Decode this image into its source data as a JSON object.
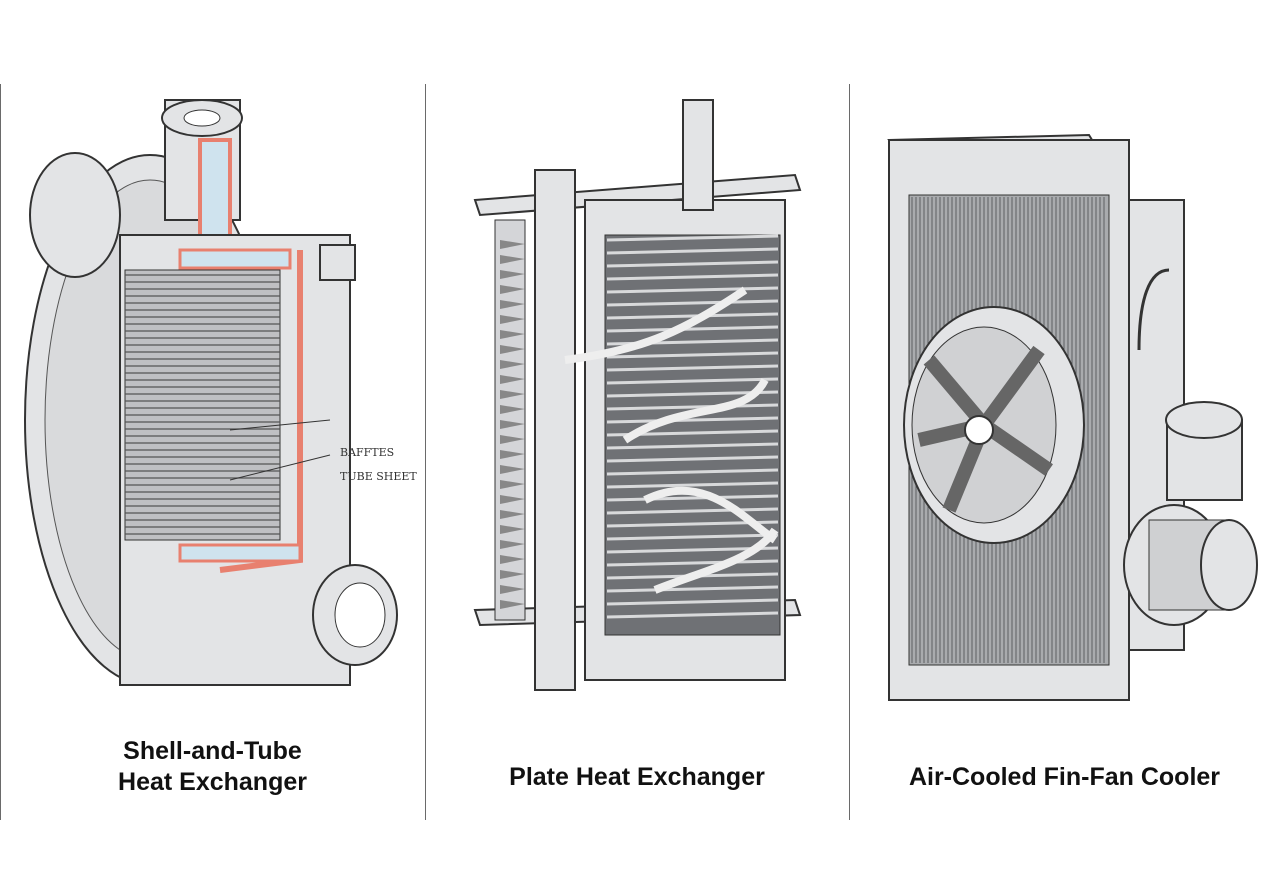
{
  "panels": [
    {
      "caption_line1": "Shell-and-Tube",
      "caption_line2": "Heat Exchanger",
      "labels": [
        "BAFFTES",
        "TUBE SHEET"
      ]
    },
    {
      "caption": "Plate Heat Exchanger"
    },
    {
      "caption": "Air-Cooled Fin-Fan Cooler"
    }
  ],
  "colors": {
    "metal": "#e3e4e6",
    "outline": "#333333",
    "hot": "#e8806f",
    "cool": "#cfe3ee"
  }
}
